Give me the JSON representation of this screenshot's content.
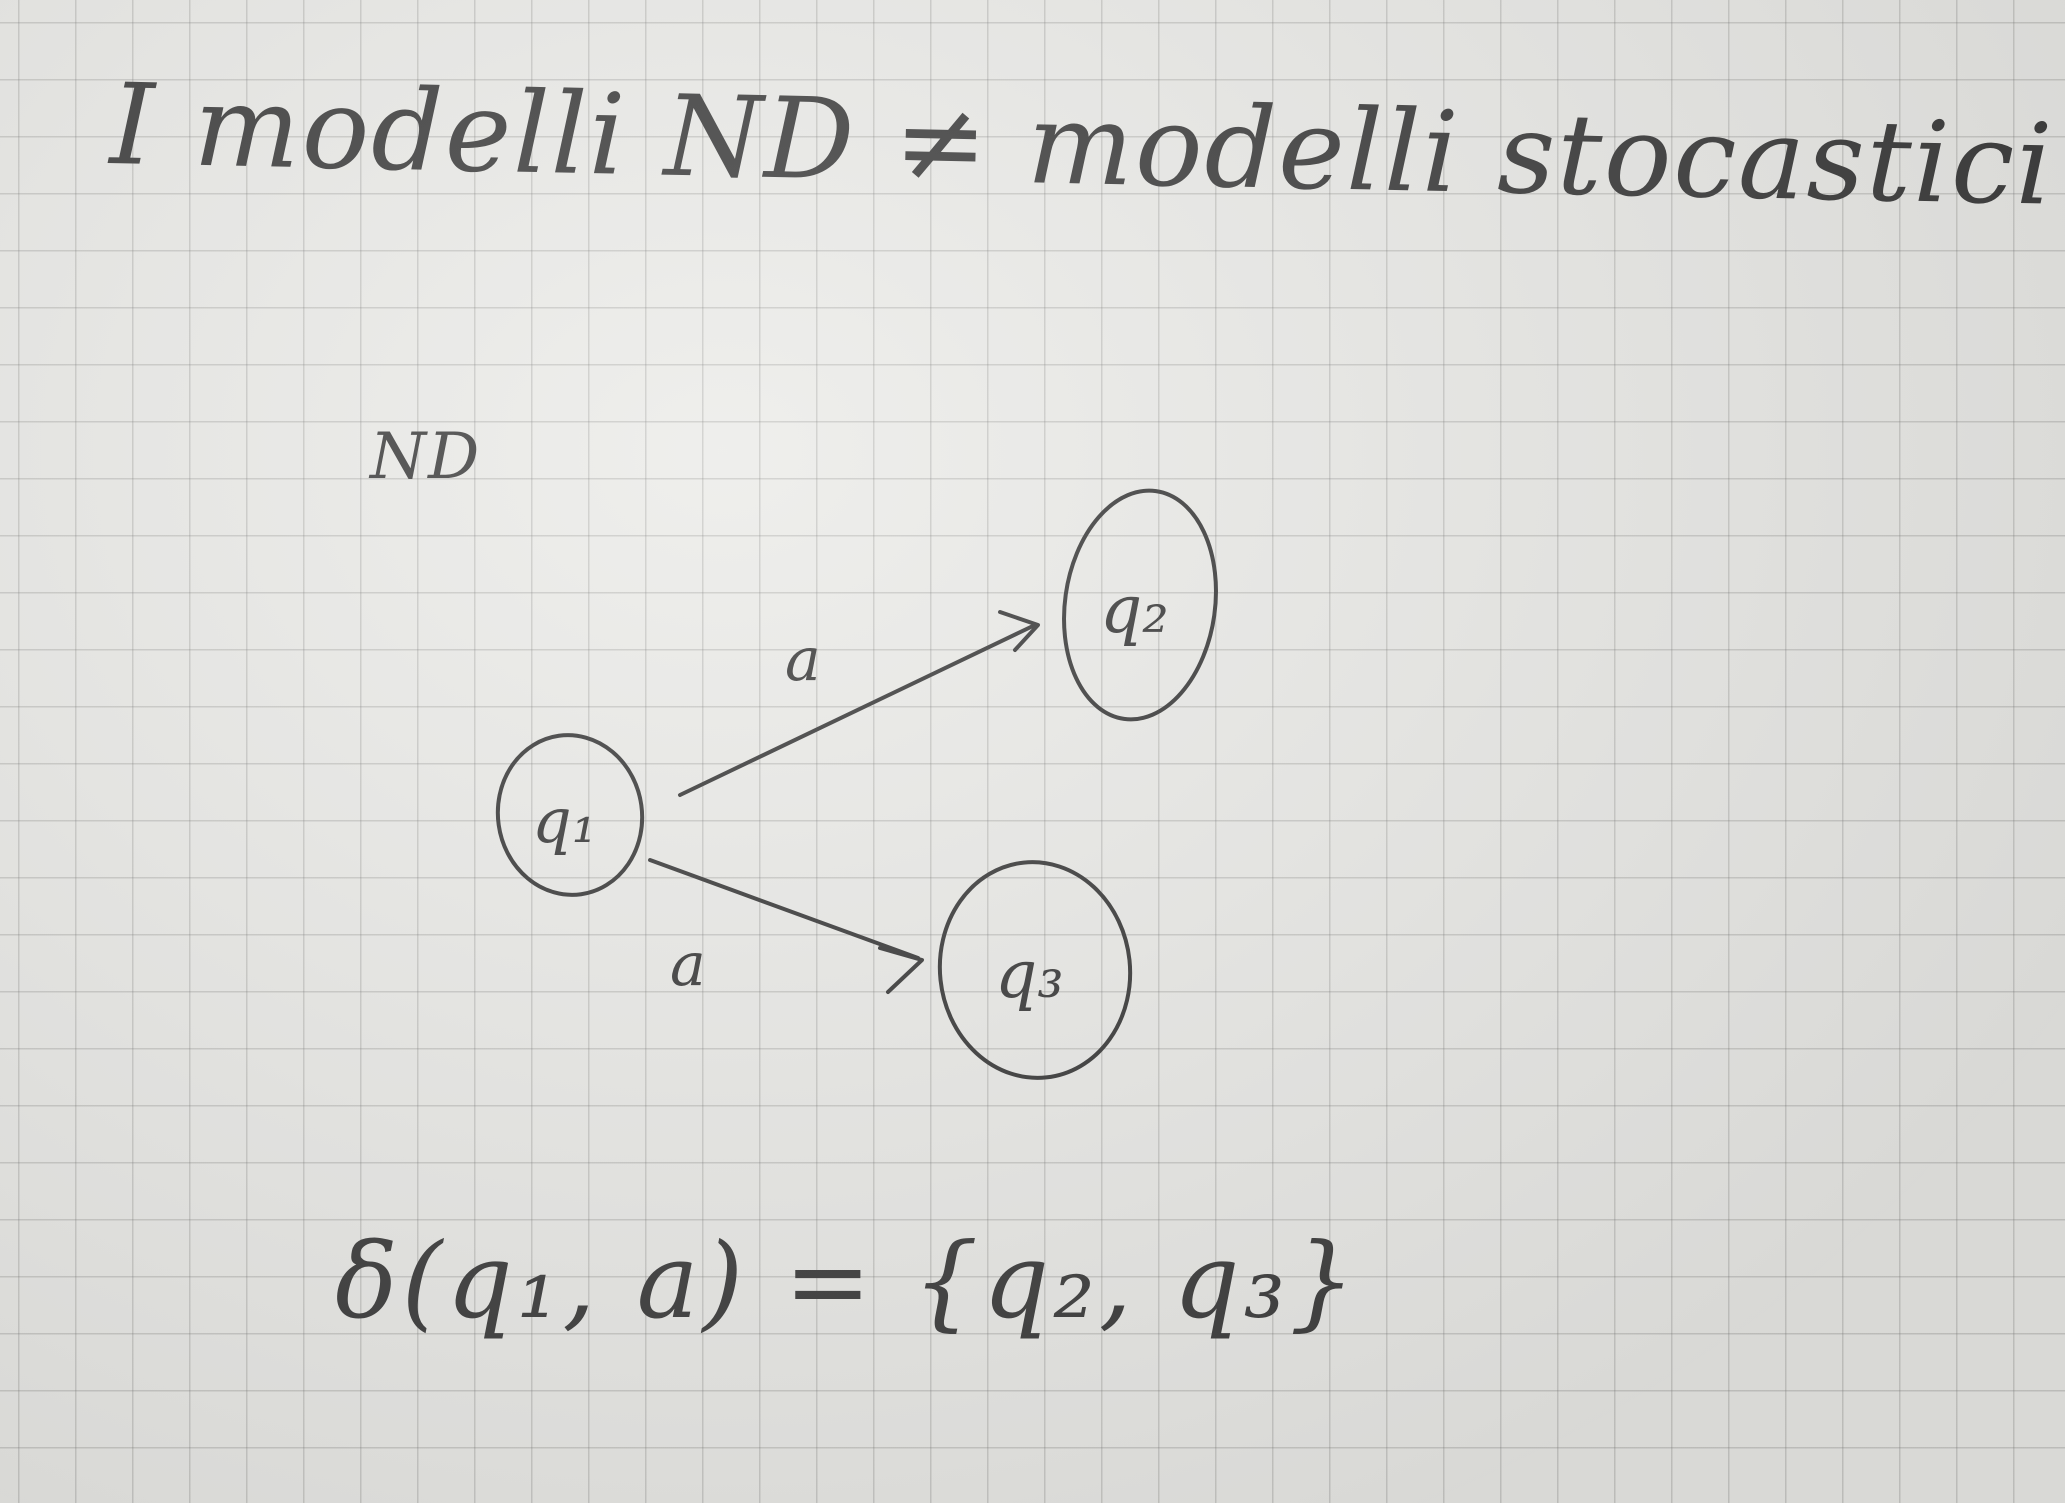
{
  "title": "I modelli ND ≠ modelli stocastici",
  "section_label": "ND",
  "states": [
    {
      "id": "q1",
      "label": "q₁"
    },
    {
      "id": "q2",
      "label": "q₂"
    },
    {
      "id": "q3",
      "label": "q₃"
    }
  ],
  "transitions": [
    {
      "from": "q1",
      "to": "q2",
      "label": "a"
    },
    {
      "from": "q1",
      "to": "q3",
      "label": "a"
    }
  ],
  "formula": "δ(q₁, a) = {q₂, q₃}",
  "colors": {
    "paper": "#ebebe8",
    "grid": "#8a8a8a",
    "ink": "#3a3a3a"
  }
}
